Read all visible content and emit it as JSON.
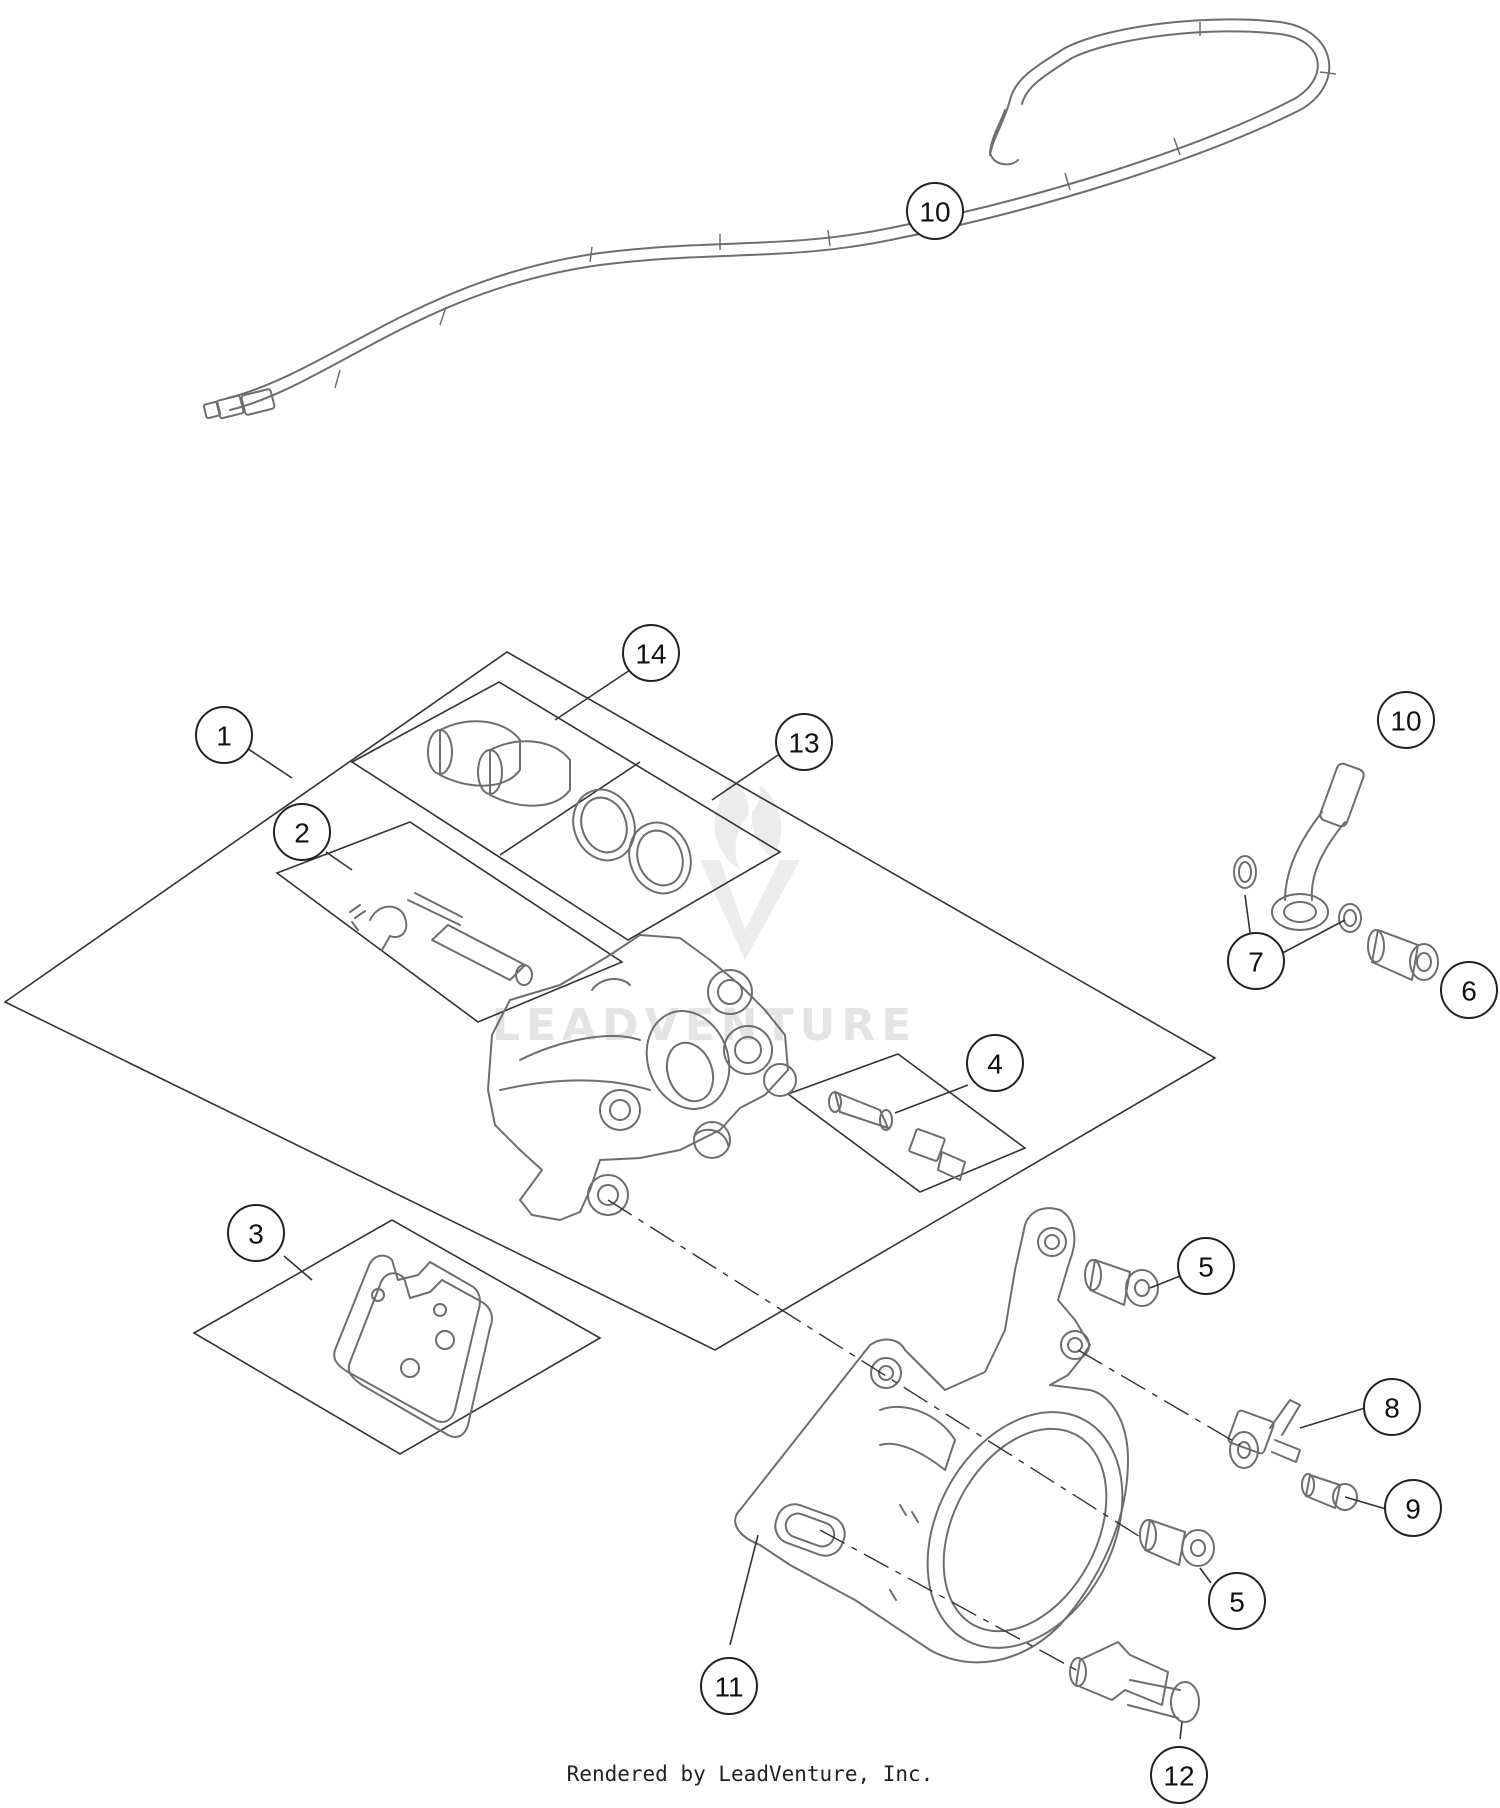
{
  "watermark": {
    "text": "LEADVENTURE"
  },
  "credit": "Rendered by LeadVenture, Inc.",
  "callouts": [
    {
      "id": "c-10-top",
      "label": "10"
    },
    {
      "id": "c-10-right",
      "label": "10"
    },
    {
      "id": "c-14",
      "label": "14"
    },
    {
      "id": "c-13",
      "label": "13"
    },
    {
      "id": "c-1",
      "label": "1"
    },
    {
      "id": "c-2",
      "label": "2"
    },
    {
      "id": "c-4",
      "label": "4"
    },
    {
      "id": "c-3",
      "label": "3"
    },
    {
      "id": "c-7",
      "label": "7"
    },
    {
      "id": "c-6",
      "label": "6"
    },
    {
      "id": "c-5-top",
      "label": "5"
    },
    {
      "id": "c-8",
      "label": "8"
    },
    {
      "id": "c-9",
      "label": "9"
    },
    {
      "id": "c-5-bottom",
      "label": "5"
    },
    {
      "id": "c-11",
      "label": "11"
    },
    {
      "id": "c-12",
      "label": "12"
    }
  ]
}
